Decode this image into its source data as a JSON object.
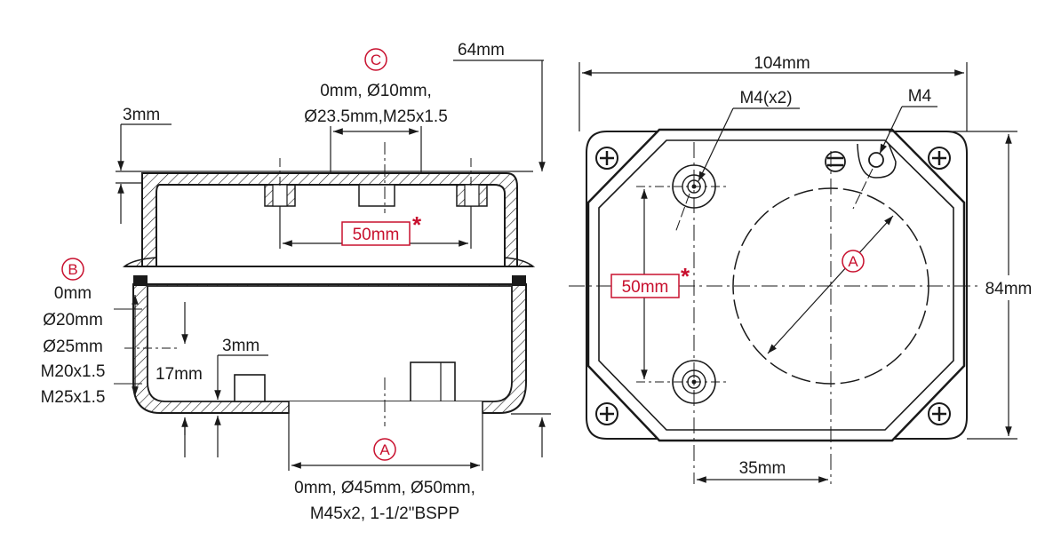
{
  "colors": {
    "line": "#1a1a1a",
    "accent": "#c8102e"
  },
  "side_view": {
    "dim_64mm": "64mm",
    "dim_3mm_top": "3mm",
    "label_c": "C",
    "c_line1": "0mm, Ø10mm,",
    "c_line2": "Ø23.5mm,M25x1.5",
    "dim_50mm": "50mm",
    "star": "*",
    "label_b": "B",
    "b_line1": "0mm",
    "b_line2": "Ø20mm",
    "b_line3": "Ø25mm",
    "b_line4": "M20x1.5",
    "b_line5": "M25x1.5",
    "dim_3mm_bottom": "3mm",
    "dim_17mm": "17mm",
    "label_a": "A",
    "a_line1": "0mm, Ø45mm, Ø50mm,",
    "a_line2": "M45x2, 1-1/2\"BSPP"
  },
  "top_view": {
    "dim_104mm": "104mm",
    "m4x2": "M4(x2)",
    "m4": "M4",
    "dim_84mm": "84mm",
    "dim_50mm": "50mm",
    "star": "*",
    "label_a": "A",
    "dim_35mm": "35mm"
  }
}
